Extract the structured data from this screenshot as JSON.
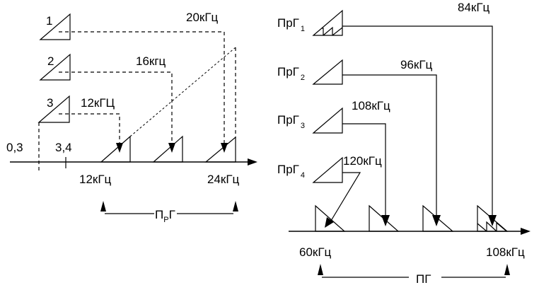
{
  "left_diagram": {
    "channels": [
      {
        "number": "1",
        "carrier": "20кГц"
      },
      {
        "number": "2",
        "carrier": "16кгц"
      },
      {
        "number": "3",
        "carrier": "12кГЦ"
      }
    ],
    "axis_labels": {
      "low": "0,3",
      "high": "3,4",
      "band_start": "12кГц",
      "band_end": "24кГц"
    },
    "group_label": {
      "main_before": "П",
      "subscript": "Р",
      "main_after": "Г"
    }
  },
  "right_diagram": {
    "pregroups": [
      {
        "name": "ПрГ",
        "index": "1",
        "carrier": "84кГц"
      },
      {
        "name": "ПрГ",
        "index": "2",
        "carrier": "96кГц"
      },
      {
        "name": "ПрГ",
        "index": "3",
        "carrier": "108кГц"
      },
      {
        "name": "ПрГ",
        "index": "4",
        "carrier": "120кГц"
      }
    ],
    "axis_labels": {
      "band_start": "60кГц",
      "band_end": "108кГц"
    },
    "group_label": "ПГ"
  }
}
